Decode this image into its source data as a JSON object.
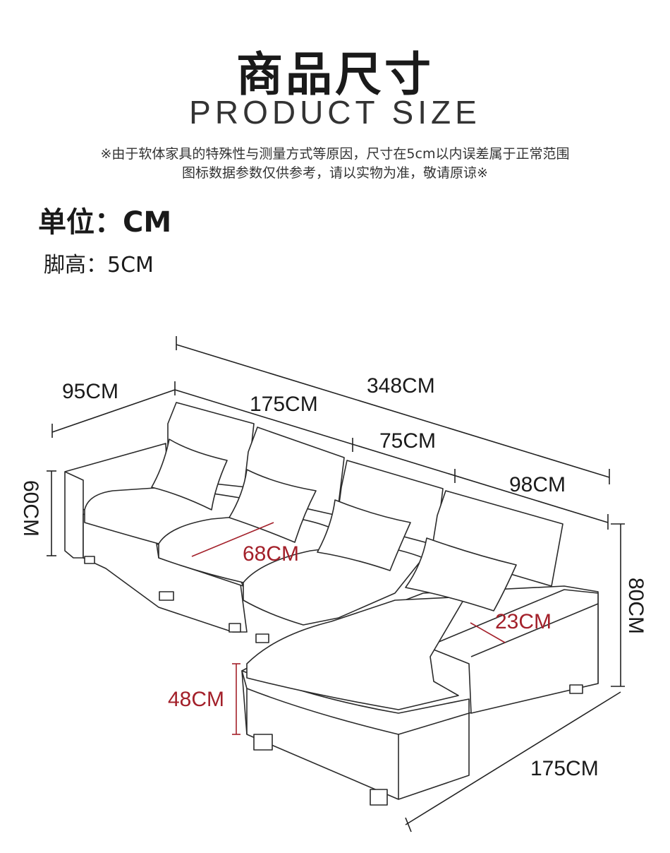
{
  "header": {
    "title_cn": "商品尺寸",
    "title_en": "PRODUCT SIZE",
    "notice_line1": "※由于软体家具的特殊性与测量方式等原因，尺寸在5cm以内误差属于正常范围",
    "notice_line2": "图标数据参数仅供参考，请以实物为准，敬请原谅※"
  },
  "unit_label": "单位：CM",
  "leg_height_label": "脚高：5CM",
  "dimensions": {
    "total_length": "348CM",
    "depth": "95CM",
    "main_section": "175CM",
    "middle_seat": "75CM",
    "chaise_width": "98CM",
    "height": "60CM",
    "seat_depth": "68CM",
    "chaise_height": "80CM",
    "armrest_width": "23CM",
    "seat_height": "48CM",
    "chaise_length": "175CM"
  },
  "colors": {
    "accent_red": "#a3202a",
    "line": "#222222"
  }
}
